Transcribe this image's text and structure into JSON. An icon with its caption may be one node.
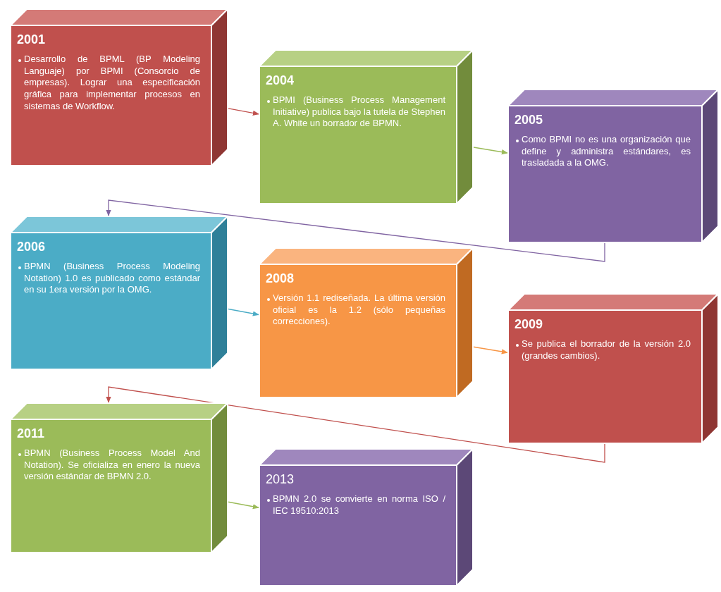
{
  "diagram": {
    "nodes": [
      {
        "text": [
          "2001",
          "Desarrollo de BPML (BP Modeling Languaje) por BPMI (Consorcio de empresas). Lograr una especificación gráfica para implementar procesos en sistemas de Workflow."
        ]
      },
      {
        "text": [
          "2004",
          "BPMI (Business Process Management Initiative) publica bajo la tutela de Stephen A. White un borrador de BPMN."
        ]
      },
      {
        "text": [
          "2005",
          "Como BPMI no es una organización que define y administra estándares, es trasladada a la OMG."
        ]
      },
      {
        "text": [
          "2006",
          "BPMN (Business Process Modeling Notation) 1.0 es publicado como estándar en su 1era versión por la OMG."
        ]
      },
      {
        "text": [
          "2008",
          "Versión 1.1 rediseñada. La última versión oficial es la 1.2 (sólo pequeñas correcciones)."
        ]
      },
      {
        "text": [
          "2009",
          "Se publica el borrador de la versión 2.0 (grandes cambios)."
        ]
      },
      {
        "text": [
          "2011",
          "BPMN (Business Process Model And Notation). Se oficializa en enero la nueva versión estándar de BPMN 2.0."
        ]
      },
      {
        "text": [
          "2013",
          "BPMN 2.0 se convierte en norma ISO / IEC 19510:2013"
        ]
      }
    ],
    "edges": [
      {
        "from": 0,
        "to": 1,
        "arrow": "to",
        "color": "#c0504d"
      },
      {
        "from": 1,
        "to": 2,
        "arrow": "to",
        "color": "#9bbb59"
      },
      {
        "from": 2,
        "to": 3,
        "arrow": "to",
        "color": "#8064a2"
      },
      {
        "from": 3,
        "to": 4,
        "arrow": "to",
        "color": "#4bacc6"
      },
      {
        "from": 4,
        "to": 5,
        "arrow": "to",
        "color": "#f79646"
      },
      {
        "from": 5,
        "to": 6,
        "arrow": "to",
        "color": "#c0504d"
      },
      {
        "from": 6,
        "to": 7,
        "arrow": "to",
        "color": "#9bbb59"
      }
    ]
  }
}
